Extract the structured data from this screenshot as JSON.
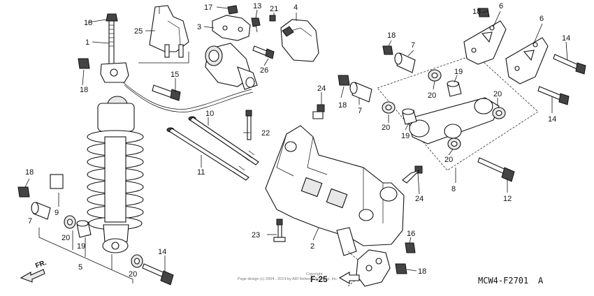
{
  "diagram": {
    "code": "MCW4-F2701",
    "code_suffix": "A",
    "section_ref": "F-25",
    "front_label": "FR.",
    "watermark_line1": "Copyright",
    "watermark_line2": "Page design (c) 2004 - 2014 by ARI Network Services, Inc.",
    "callouts": [
      {
        "id": "c1",
        "text": "1"
      },
      {
        "id": "c2",
        "text": "2"
      },
      {
        "id": "c3",
        "text": "3"
      },
      {
        "id": "c4",
        "text": "4"
      },
      {
        "id": "c5",
        "text": "5"
      },
      {
        "id": "c6a",
        "text": "6"
      },
      {
        "id": "c6b",
        "text": "6"
      },
      {
        "id": "c7a",
        "text": "7"
      },
      {
        "id": "c7b",
        "text": "7"
      },
      {
        "id": "c7c",
        "text": "7"
      },
      {
        "id": "c8",
        "text": "8"
      },
      {
        "id": "c9",
        "text": "9"
      },
      {
        "id": "c10",
        "text": "10"
      },
      {
        "id": "c11",
        "text": "11"
      },
      {
        "id": "c12",
        "text": "12"
      },
      {
        "id": "c13",
        "text": "13"
      },
      {
        "id": "c14a",
        "text": "14"
      },
      {
        "id": "c14b",
        "text": "14"
      },
      {
        "id": "c14c",
        "text": "14"
      },
      {
        "id": "c15",
        "text": "15"
      },
      {
        "id": "c16",
        "text": "16"
      },
      {
        "id": "c17",
        "text": "17"
      },
      {
        "id": "c18a",
        "text": "18"
      },
      {
        "id": "c18b",
        "text": "18"
      },
      {
        "id": "c18c",
        "text": "18"
      },
      {
        "id": "c18d",
        "text": "18"
      },
      {
        "id": "c18e",
        "text": "18"
      },
      {
        "id": "c18f",
        "text": "18"
      },
      {
        "id": "c18g",
        "text": "18"
      },
      {
        "id": "c19a",
        "text": "19"
      },
      {
        "id": "c19b",
        "text": "19"
      },
      {
        "id": "c19c",
        "text": "19"
      },
      {
        "id": "c20a",
        "text": "20"
      },
      {
        "id": "c20b",
        "text": "20"
      },
      {
        "id": "c20c",
        "text": "20"
      },
      {
        "id": "c20d",
        "text": "20"
      },
      {
        "id": "c20e",
        "text": "20"
      },
      {
        "id": "c20f",
        "text": "20"
      },
      {
        "id": "c21",
        "text": "21"
      },
      {
        "id": "c22",
        "text": "22"
      },
      {
        "id": "c23",
        "text": "23"
      },
      {
        "id": "c24a",
        "text": "24"
      },
      {
        "id": "c24b",
        "text": "24"
      },
      {
        "id": "c25",
        "text": "25"
      },
      {
        "id": "c26",
        "text": "26"
      }
    ]
  }
}
